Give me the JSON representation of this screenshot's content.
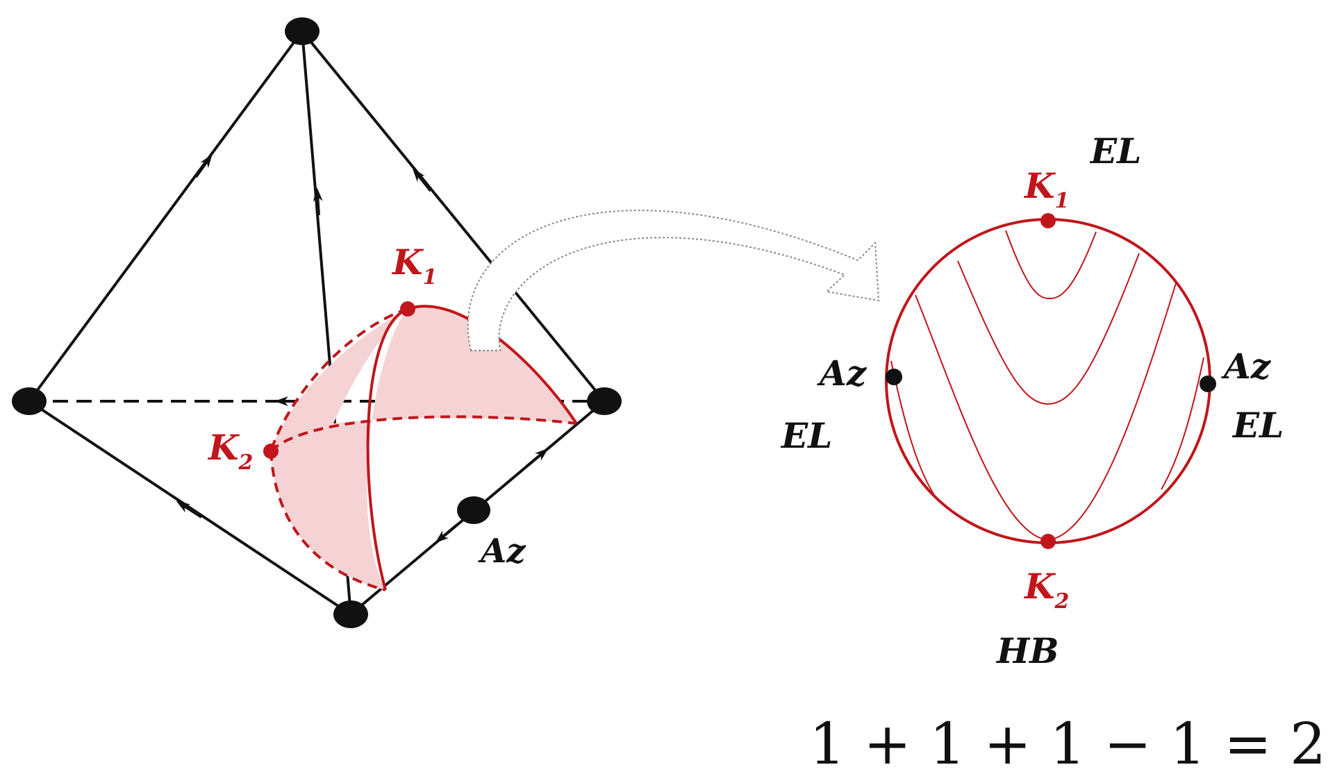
{
  "labels": {
    "k1": "K",
    "k1_sub": "1",
    "k2": "K",
    "k2_sub": "2",
    "az_tetra": "Az",
    "circle_k1": "K",
    "circle_k1_sub": "1",
    "circle_k2": "K",
    "circle_k2_sub": "2",
    "el_top": "EL",
    "az_left": "Az",
    "el_left": "EL",
    "az_right": "Az",
    "el_right": "EL",
    "hb": "HB"
  },
  "equation": "1 + 1 + 1 − 1 = 2",
  "colors": {
    "red": "#c0161b",
    "fill": "#f5d3d4",
    "black": "#111111"
  }
}
